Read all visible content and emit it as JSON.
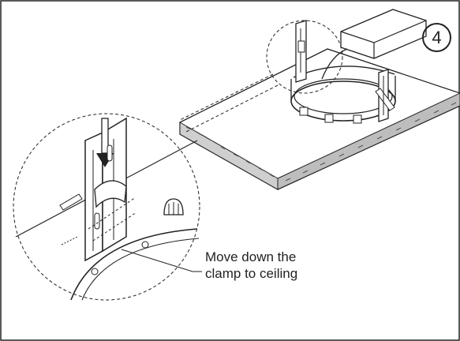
{
  "step": {
    "number": "4"
  },
  "caption": {
    "line1": "Move down the",
    "line2": "clamp to ceiling"
  },
  "colors": {
    "ink": "#222222",
    "paper": "#ffffff",
    "board_edge_texture": "#555555"
  }
}
